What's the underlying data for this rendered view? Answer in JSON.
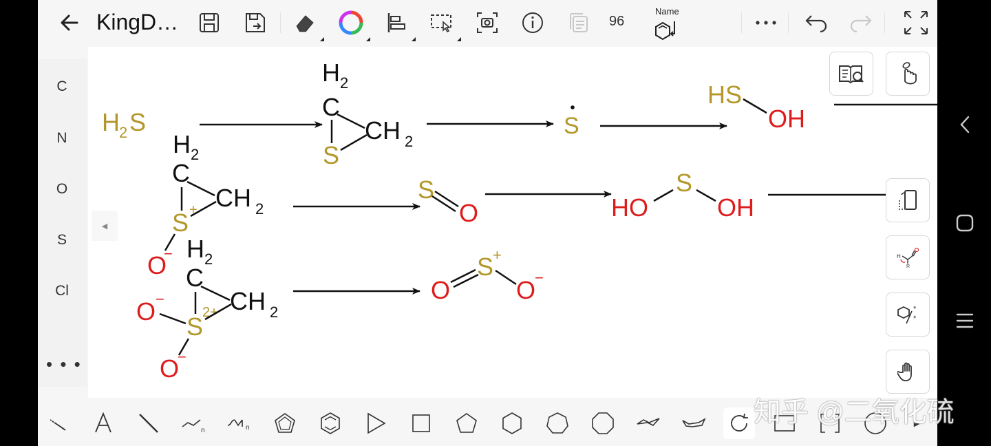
{
  "header": {
    "back_icon": "arrow-left-icon",
    "title": "KingD…",
    "zoom_value": "96",
    "name_label": "Name"
  },
  "colors": {
    "sulfur": "#b3972a",
    "oxygen": "#dd1c1c",
    "carbon": "#111111",
    "toolbar_bg": "#f6f6f6",
    "canvas_bg": "#ffffff"
  },
  "element_panel": {
    "items": [
      "C",
      "N",
      "O",
      "S",
      "Cl"
    ],
    "more": "• • •"
  },
  "bottom_tools": [
    "chain-bond-icon",
    "text-tool-icon",
    "single-bond-icon",
    "chain-n-icon",
    "polymer-n-icon",
    "cyclopentadiene-icon",
    "benzene-icon",
    "triangle-icon",
    "square-icon",
    "pentagon-icon",
    "hexagon-icon",
    "heptagon-icon",
    "octagon-icon",
    "chair-cyclohexane-icon",
    "boat-cyclohexane-icon",
    "circle-arrow-icon",
    "rectangle-icon",
    "bracket-icon",
    "circle-icon"
  ],
  "watermark": "知乎 @二氧化硫",
  "chem": {
    "row1": {
      "h2s": [
        "H",
        "2",
        "S"
      ],
      "epi_h2_top": [
        "H",
        "2"
      ],
      "epi_c": "C",
      "epi_ch2": [
        "CH",
        "2"
      ],
      "epi_s": "S",
      "s_radical": "S",
      "hsoh_hs": "HS",
      "hsoh_oh": "OH"
    },
    "row2": {
      "h2": [
        "H",
        "2"
      ],
      "c": "C",
      "ch2": [
        "CH",
        "2"
      ],
      "s": "S",
      "s_charge": "+",
      "o": "O",
      "o_charge": "−",
      "so_s": "S",
      "so_o": "O",
      "ho": "HO",
      "s_mid": "S",
      "oh": "OH"
    },
    "row3": {
      "h2": [
        "H",
        "2"
      ],
      "c": "C",
      "ch2": [
        "CH",
        "2"
      ],
      "s": "S",
      "s_charge": "2+",
      "o_left": "O",
      "o_left_charge": "−",
      "o_bottom": "O",
      "o_bottom_charge": "−",
      "o_dbl": "O",
      "s_plus": "S",
      "s_plus_charge": "+",
      "o_minus": "O",
      "o_minus_charge": "−"
    }
  }
}
